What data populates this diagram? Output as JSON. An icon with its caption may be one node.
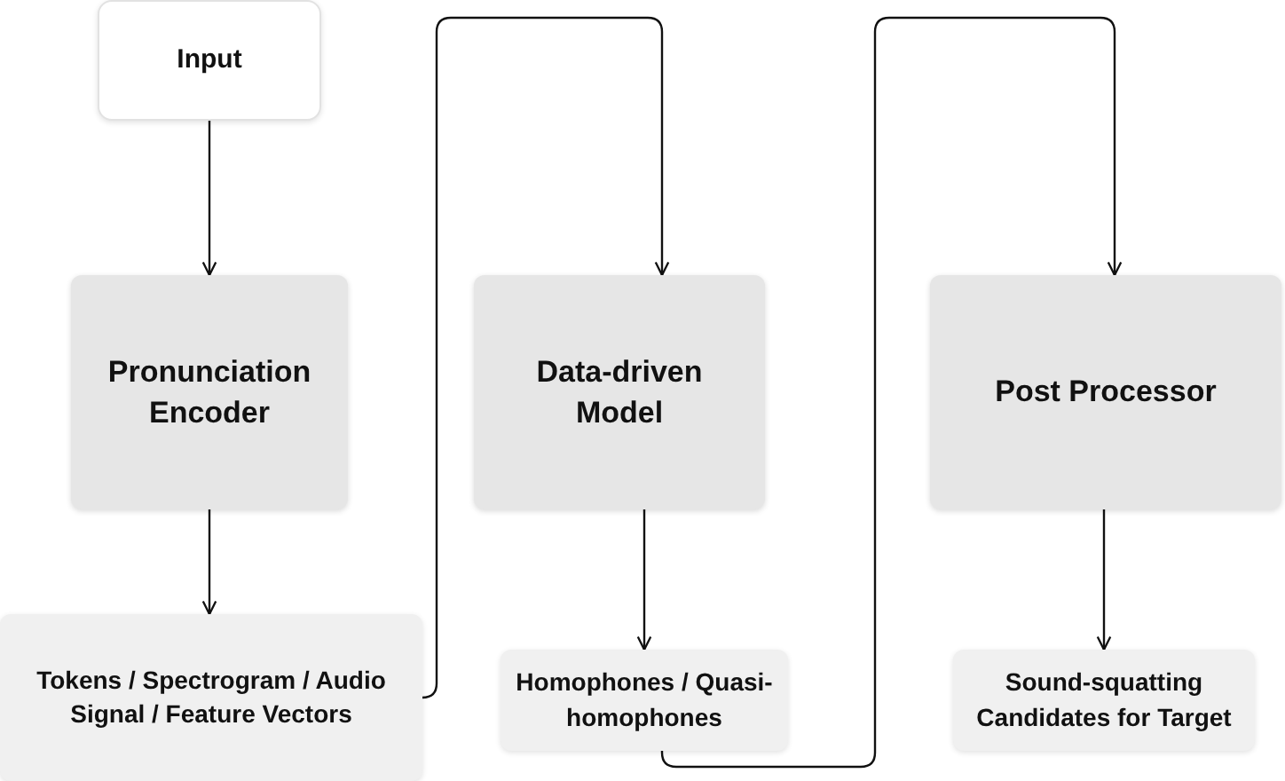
{
  "diagram": {
    "nodes": [
      {
        "text": [
          "Input"
        ]
      },
      {
        "text": [
          "Pronunciation Encoder"
        ]
      },
      {
        "text": [
          "Tokens / Spectrogram / Audio Signal / Feature Vectors"
        ]
      },
      {
        "text": [
          "Data-driven Model"
        ]
      },
      {
        "text": [
          "Homophones / Quasi-homophones"
        ]
      },
      {
        "text": [
          "Post Processor"
        ]
      },
      {
        "text": [
          "Sound-squatting Candidates for Target"
        ]
      }
    ],
    "edges": [
      {
        "from": 0,
        "to": 1,
        "arrow": "to"
      },
      {
        "from": 1,
        "to": 2,
        "arrow": "to"
      },
      {
        "from": 2,
        "to": 3,
        "arrow": "to"
      },
      {
        "from": 3,
        "to": 4,
        "arrow": "to"
      },
      {
        "from": 4,
        "to": 5,
        "arrow": "to"
      },
      {
        "from": 5,
        "to": 6,
        "arrow": "to"
      }
    ]
  }
}
